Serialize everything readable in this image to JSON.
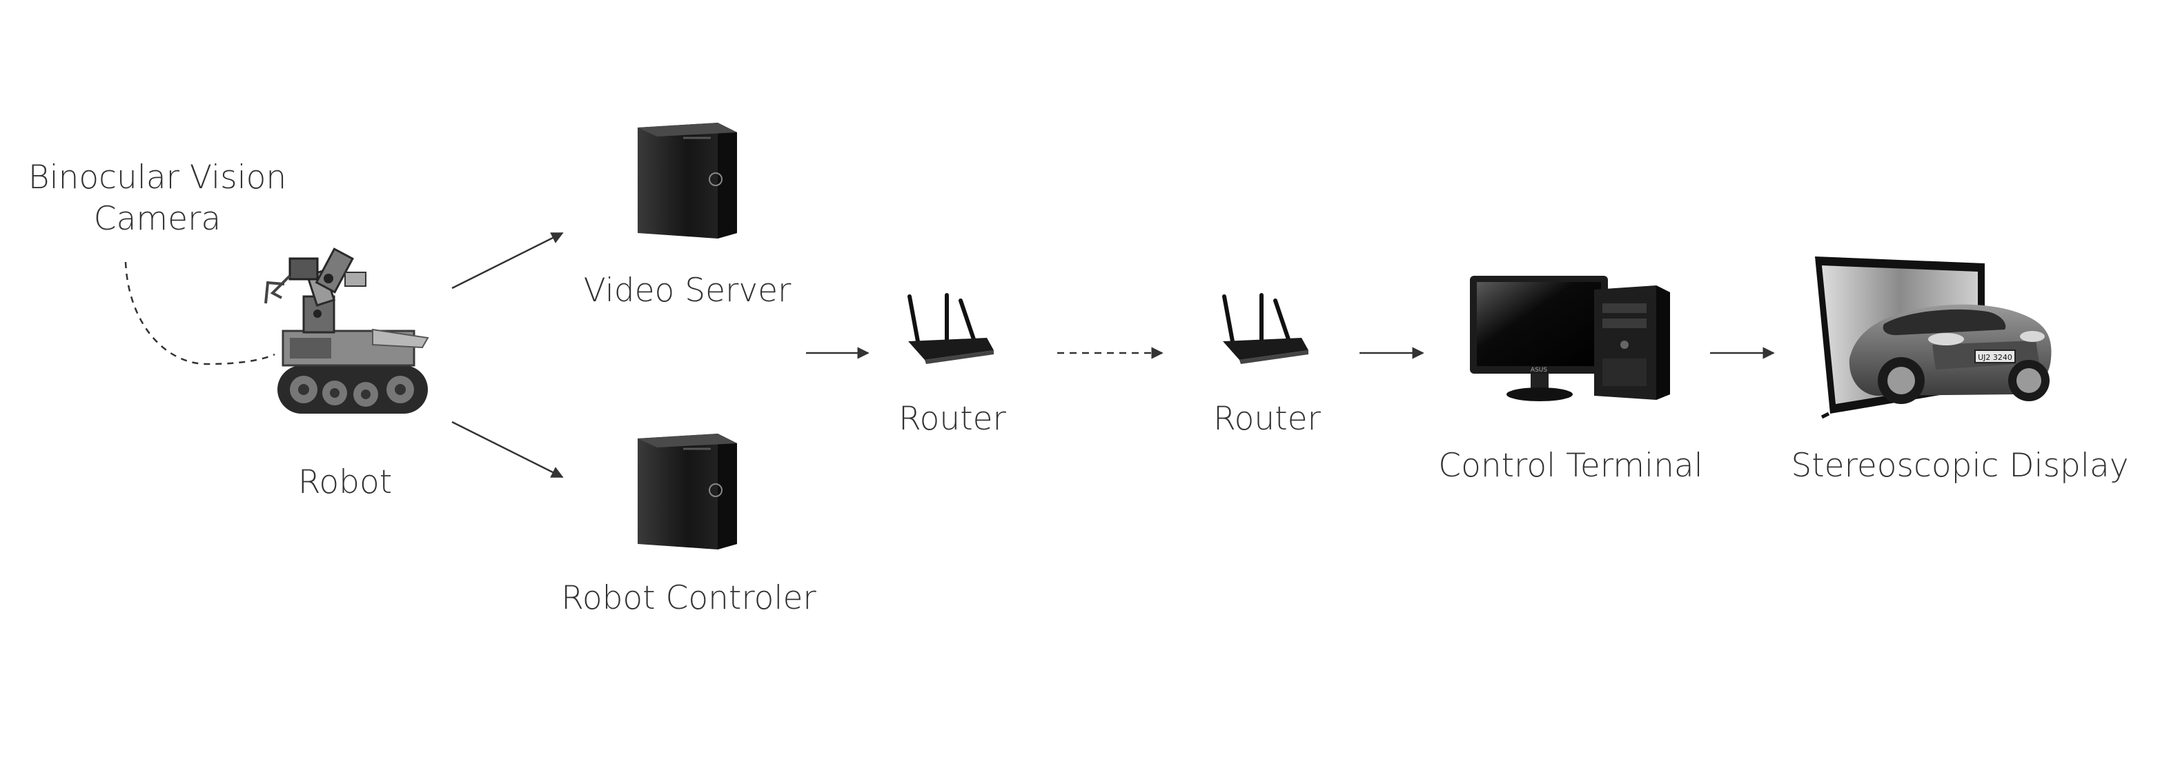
{
  "labels": {
    "camera_line1": "Binocular Vision",
    "camera_line2": "Camera",
    "robot": "Robot",
    "video_server": "Video Server",
    "robot_controller": "Robot Controler",
    "router_1": "Router",
    "router_2": "Router",
    "control_terminal": "Control Terminal",
    "stereoscopic_display": "Stereoscopic Display",
    "monitor_brand": "ASUS",
    "plate_text": "UJ2 3240"
  },
  "colors": {
    "text": "#333333",
    "arrow": "#333333",
    "device_dark": "#1a1a1a"
  },
  "icons": {
    "robot": "tracked-robot-arm-icon",
    "server": "tower-server-icon",
    "router": "wifi-router-icon",
    "terminal": "desktop-computer-icon",
    "display": "3d-display-car-icon"
  },
  "connections": [
    {
      "from": "Robot",
      "to": "Video Server",
      "style": "solid"
    },
    {
      "from": "Robot",
      "to": "Robot Controler",
      "style": "solid"
    },
    {
      "from": "Video Server",
      "to": "Router",
      "style": "solid"
    },
    {
      "from": "Router",
      "to": "Router",
      "style": "dashed"
    },
    {
      "from": "Router",
      "to": "Control Terminal",
      "style": "solid"
    },
    {
      "from": "Control Terminal",
      "to": "Stereoscopic Display",
      "style": "solid"
    },
    {
      "from": "Binocular Vision Camera",
      "to": "Robot",
      "style": "dashed"
    }
  ]
}
